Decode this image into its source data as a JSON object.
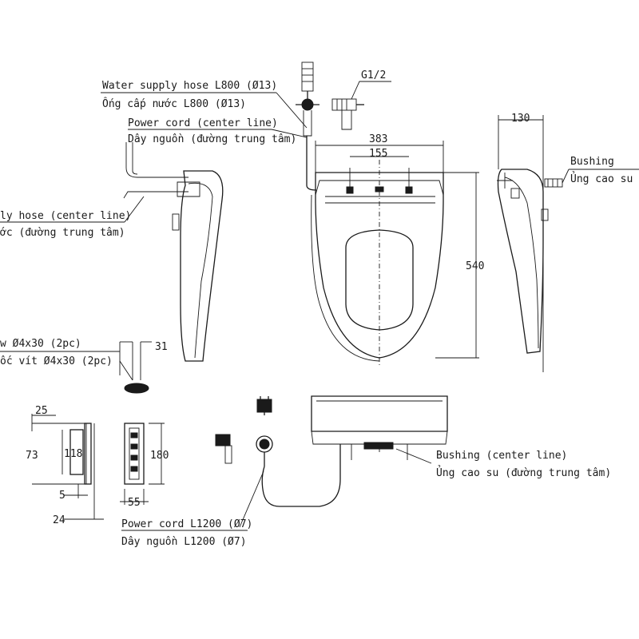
{
  "labels": {
    "water_hose_en": "Water supply hose L800 (Ø13)",
    "water_hose_vi": "Ống cấp nước L800 (Ø13)",
    "power_cord_center_en": "Power cord (center line)",
    "power_cord_center_vi": "Dây nguồn (đường trung tâm)",
    "supply_hose_center_en": "ly hose (center line)",
    "supply_hose_center_vi": "ớc (đường trung tâm)",
    "screw_en": "w Ø4x30 (2pc)",
    "screw_vi": "ốc vít Ø4x30 (2pc)",
    "bushing_side_en": "Bushing",
    "bushing_side_vi": "Ủng cao su",
    "bushing_center_en": "Bushing (center line)",
    "bushing_center_vi": "Ủng cao su (đường trung tâm)",
    "power_cord_len_en": "Power cord L1200 (Ø7)",
    "power_cord_len_vi": "Dây nguồn L1200 (Ø7)",
    "thread": "G1/2"
  },
  "dimensions": {
    "seat_width": "383",
    "bolt_spacing": "155",
    "seat_length": "540",
    "side_depth": "130",
    "screw_len": "31",
    "bracket_25": "25",
    "bracket_73": "73",
    "bracket_118": "118",
    "bracket_5": "5",
    "bracket_24": "24",
    "plate_180": "180",
    "plate_55": "55"
  }
}
